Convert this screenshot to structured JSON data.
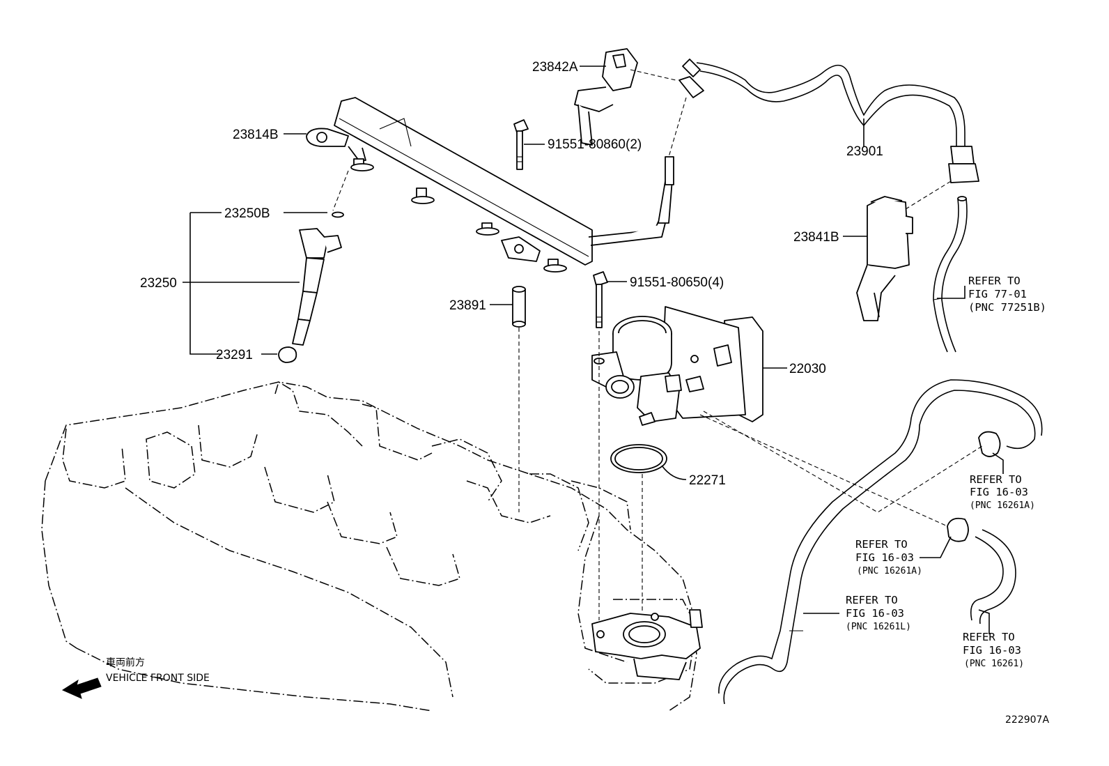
{
  "parts": {
    "p23842A": "23842A",
    "p23814B": "23814B",
    "p91551_80860": "91551-80860(2)",
    "p23901": "23901",
    "p23250B": "23250B",
    "p23250": "23250",
    "p23291": "23291",
    "p23891": "23891",
    "p91551_80650": "91551-80650(4)",
    "p23841B": "23841B",
    "p22030": "22030",
    "p22271": "22271"
  },
  "references": {
    "ref1": {
      "line1": "REFER TO",
      "line2": "FIG 77-01",
      "line3": "(PNC 77251B)"
    },
    "ref2": {
      "line1": "REFER TO",
      "line2": "FIG 16-03",
      "line3": "(PNC 16261A)"
    },
    "ref3": {
      "line1": "REFER TO",
      "line2": "FIG 16-03",
      "line3": "(PNC 16261A)"
    },
    "ref4": {
      "line1": "REFER TO",
      "line2": "FIG 16-03",
      "line3": "(PNC 16261L)"
    },
    "ref5": {
      "line1": "REFER TO",
      "line2": "FIG 16-03",
      "line3": "(PNC 16261)"
    }
  },
  "vehicle_front": {
    "japanese": "車両前方",
    "english": "VEHICLE FRONT SIDE"
  },
  "diagram_id": "222907A"
}
